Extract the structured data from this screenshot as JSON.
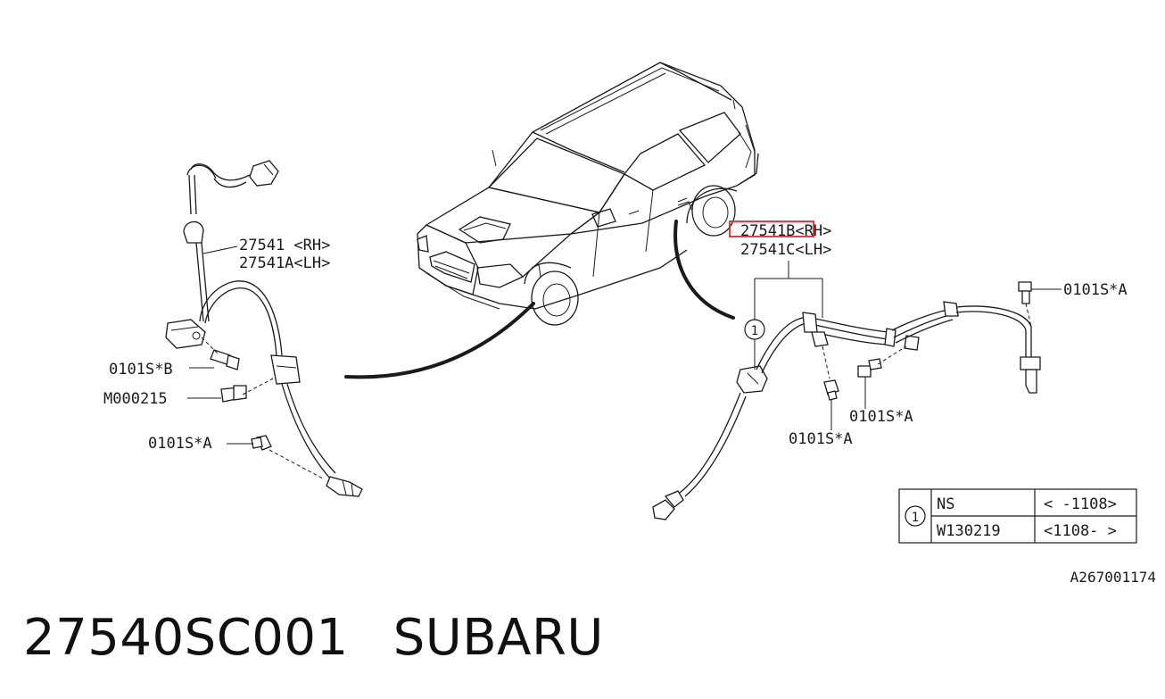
{
  "left_callouts": {
    "part_rh": "27541 <RH>",
    "part_lh": "27541A<LH>",
    "bolt_b": "0101S*B",
    "bolt_m": "M000215",
    "bolt_a": "0101S*A"
  },
  "right_callouts": {
    "part_rh": "27541B<RH>",
    "part_lh": "27541C<LH>",
    "bolt_a_top": "0101S*A",
    "bolt_a_mid": "0101S*A",
    "bolt_a_low": "0101S*A",
    "ref_marker": "1"
  },
  "ref_table": {
    "marker": "1",
    "rows": [
      {
        "part": "NS",
        "range": "< -1108>"
      },
      {
        "part": "W130219",
        "range": "<1108- >"
      }
    ]
  },
  "figure_code": "A267001174",
  "footer": {
    "part_number": "27540SC001",
    "brand": "SUBARU"
  },
  "highlight": {
    "color": "#e0282e"
  }
}
